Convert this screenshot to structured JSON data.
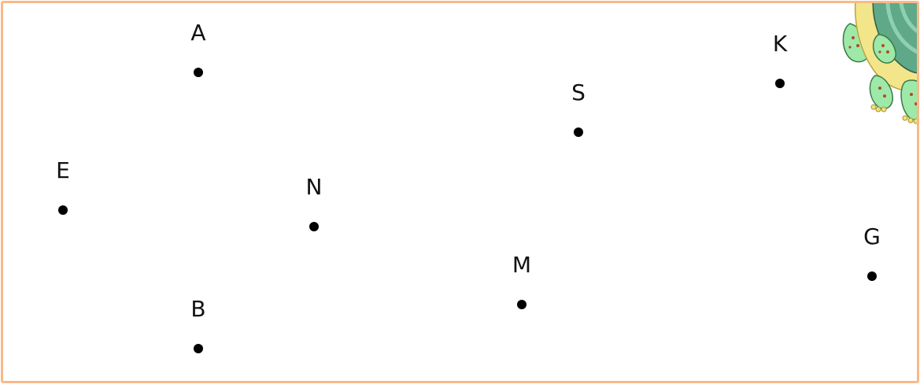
{
  "points": [
    {
      "label": "A"
    },
    {
      "label": "K"
    },
    {
      "label": "S"
    },
    {
      "label": "E"
    },
    {
      "label": "N"
    },
    {
      "label": "G"
    },
    {
      "label": "M"
    },
    {
      "label": "B"
    }
  ],
  "colors": {
    "border": "#f7b98a",
    "dot": "#000000",
    "turtle_shell": "#5fa888",
    "turtle_body": "#9ee8a8",
    "turtle_rim": "#f3e58a"
  },
  "decoration": {
    "icon": "turtle-icon"
  }
}
